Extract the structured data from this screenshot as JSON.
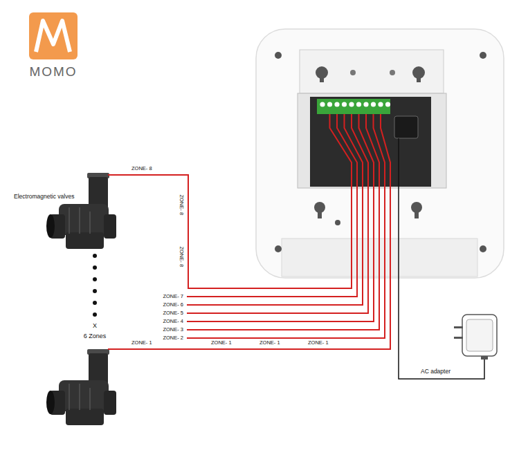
{
  "diagram": {
    "labels": [
      "MOMO",
      "Electromagnetic valves",
      "ZONE- 8",
      "ZONE- 8",
      "ZONE- 8",
      "ZONE- 7",
      "ZONE- 6",
      "ZONE- 5",
      "ZONE- 4",
      "ZONE- 3",
      "ZONE- 2",
      "X",
      "6 Zones",
      "ZONE- 1",
      "ZONE- 1",
      "ZONE- 1",
      "ZONE- 1",
      "AC adapter"
    ]
  }
}
